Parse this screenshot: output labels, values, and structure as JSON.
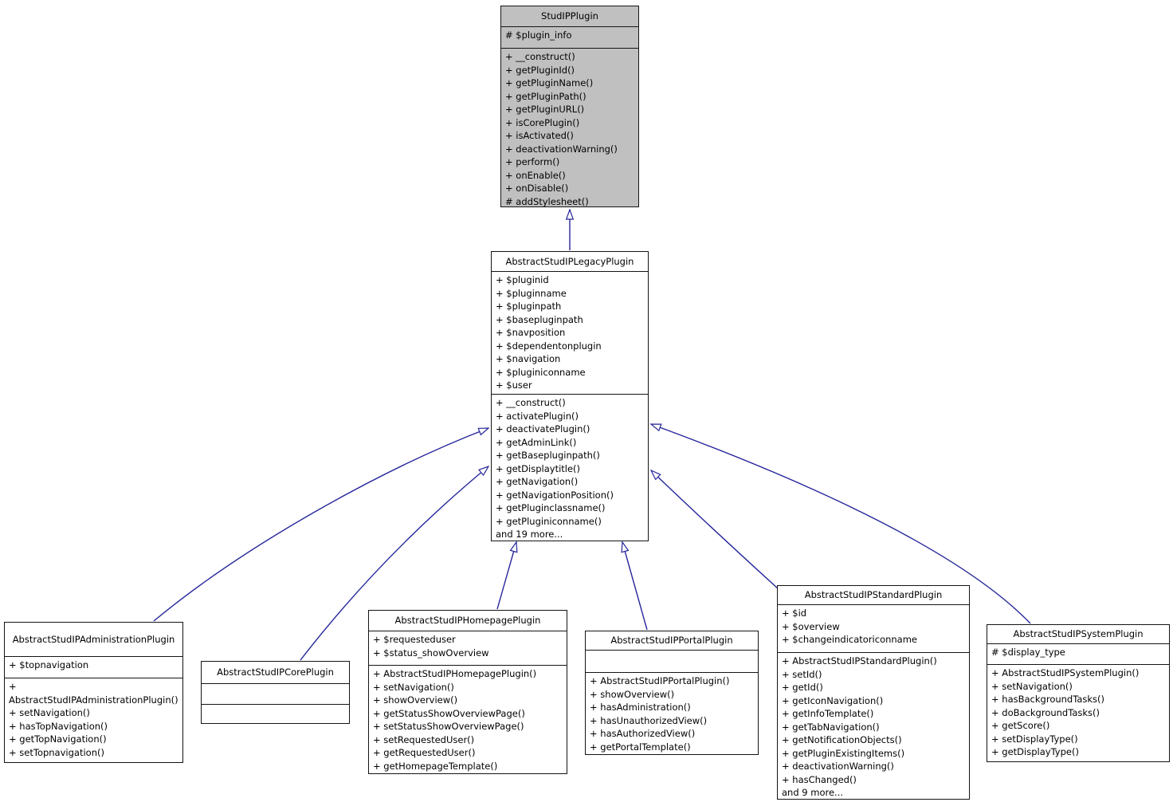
{
  "diagram": {
    "type": "uml-class-inheritance-graph",
    "colors": {
      "arrow": "#26269b",
      "border": "#141414",
      "node_fill": "#ffffff",
      "highlight_fill": "#c0c0c0"
    },
    "classes": [
      {
        "name": "StudIPPlugin",
        "highlighted": true,
        "attributes": [
          "# $plugin_info"
        ],
        "methods": [
          "+ __construct()",
          "+ getPluginId()",
          "+ getPluginName()",
          "+ getPluginPath()",
          "+ getPluginURL()",
          "+ isCorePlugin()",
          "+ isActivated()",
          "+ deactivationWarning()",
          "+ perform()",
          "+ onEnable()",
          "+ onDisable()",
          "# addStylesheet()"
        ]
      },
      {
        "name": "AbstractStudIPLegacyPlugin",
        "highlighted": false,
        "attributes": [
          "+ $pluginid",
          "+ $pluginname",
          "+ $pluginpath",
          "+ $basepluginpath",
          "+ $navposition",
          "+ $dependentonplugin",
          "+ $navigation",
          "+ $pluginiconname",
          "+ $user"
        ],
        "methods": [
          "+ __construct()",
          "+ activatePlugin()",
          "+ deactivatePlugin()",
          "+ getAdminLink()",
          "+ getBasepluginpath()",
          "+ getDisplaytitle()",
          "+ getNavigation()",
          "+ getNavigationPosition()",
          "+ getPluginclassname()",
          "+ getPluginiconname()",
          "and 19 more..."
        ]
      },
      {
        "name": "AbstractStudIPAdministrationPlugin",
        "highlighted": false,
        "attributes": [
          "+ $topnavigation"
        ],
        "methods": [
          "+ AbstractStudIPAdministrationPlugin()",
          "+ setNavigation()",
          "+ hasTopNavigation()",
          "+ getTopNavigation()",
          "+ setTopnavigation()"
        ]
      },
      {
        "name": "AbstractStudIPCorePlugin",
        "highlighted": false,
        "attributes": [],
        "methods": []
      },
      {
        "name": "AbstractStudIPHomepagePlugin",
        "highlighted": false,
        "attributes": [
          "+ $requesteduser",
          "+ $status_showOverview"
        ],
        "methods": [
          "+ AbstractStudIPHomepagePlugin()",
          "+ setNavigation()",
          "+ showOverview()",
          "+ getStatusShowOverviewPage()",
          "+ setStatusShowOverviewPage()",
          "+ setRequestedUser()",
          "+ getRequestedUser()",
          "+ getHomepageTemplate()"
        ]
      },
      {
        "name": "AbstractStudIPPortalPlugin",
        "highlighted": false,
        "attributes": [],
        "methods": [
          "+ AbstractStudIPPortalPlugin()",
          "+ showOverview()",
          "+ hasAdministration()",
          "+ hasUnauthorizedView()",
          "+ hasAuthorizedView()",
          "+ getPortalTemplate()"
        ]
      },
      {
        "name": "AbstractStudIPStandardPlugin",
        "highlighted": false,
        "attributes": [
          "+ $id",
          "+ $overview",
          "+ $changeindicatoriconname"
        ],
        "methods": [
          "+ AbstractStudIPStandardPlugin()",
          "+ setId()",
          "+ getId()",
          "+ getIconNavigation()",
          "+ getInfoTemplate()",
          "+ getTabNavigation()",
          "+ getNotificationObjects()",
          "+ getPluginExistingItems()",
          "+ deactivationWarning()",
          "+ hasChanged()",
          "and 9 more..."
        ]
      },
      {
        "name": "AbstractStudIPSystemPlugin",
        "highlighted": false,
        "attributes": [
          "# $display_type"
        ],
        "methods": [
          "+ AbstractStudIPSystemPlugin()",
          "+ setNavigation()",
          "+ hasBackgroundTasks()",
          "+ doBackgroundTasks()",
          "+ getScore()",
          "+ setDisplayType()",
          "+ getDisplayType()"
        ]
      }
    ],
    "edges": [
      {
        "from": "AbstractStudIPLegacyPlugin",
        "to": "StudIPPlugin"
      },
      {
        "from": "AbstractStudIPAdministrationPlugin",
        "to": "AbstractStudIPLegacyPlugin"
      },
      {
        "from": "AbstractStudIPCorePlugin",
        "to": "AbstractStudIPLegacyPlugin"
      },
      {
        "from": "AbstractStudIPHomepagePlugin",
        "to": "AbstractStudIPLegacyPlugin"
      },
      {
        "from": "AbstractStudIPPortalPlugin",
        "to": "AbstractStudIPLegacyPlugin"
      },
      {
        "from": "AbstractStudIPStandardPlugin",
        "to": "AbstractStudIPLegacyPlugin"
      },
      {
        "from": "AbstractStudIPSystemPlugin",
        "to": "AbstractStudIPLegacyPlugin"
      }
    ]
  }
}
